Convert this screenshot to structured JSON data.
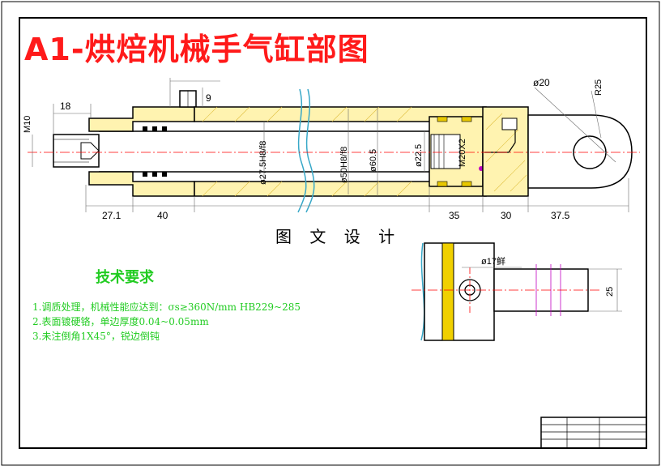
{
  "title": "A1-烘焙机械手气缸部图",
  "caption": "图 文 设 计",
  "requirements": {
    "heading": "技术要求",
    "items": [
      "1.调质处理，机械性能应达到：σs≥360N/mm   HB229~285",
      "2.表面镀硬铬，单边厚度0.04~0.05mm",
      "3.未注倒角1X45°，锐边倒钝"
    ]
  },
  "dimensions": {
    "d18": "18",
    "d9": "9",
    "m10": "M10",
    "phi20": "ø20",
    "r25": "R25",
    "fit1": "ø27.5H8/f8",
    "fit2": "ø50H8/f8",
    "phi60": "ø60.5",
    "phi22": "ø22.5",
    "m20": "M20X2",
    "b27": "27.1",
    "b40": "40",
    "b35": "35",
    "b30": "30",
    "b37": "37.5",
    "phi17": "ø17鲜",
    "d25": "25"
  },
  "colors": {
    "title": "#ff1a1a",
    "notes": "#22cc22",
    "outline": "#000000",
    "hatch": "#e0d040",
    "centerline": "#ff0000",
    "dimension": "#6a6a6a",
    "section_cut": "#38a8c8",
    "seal": "#f0d000",
    "inner": "#c000c0"
  }
}
